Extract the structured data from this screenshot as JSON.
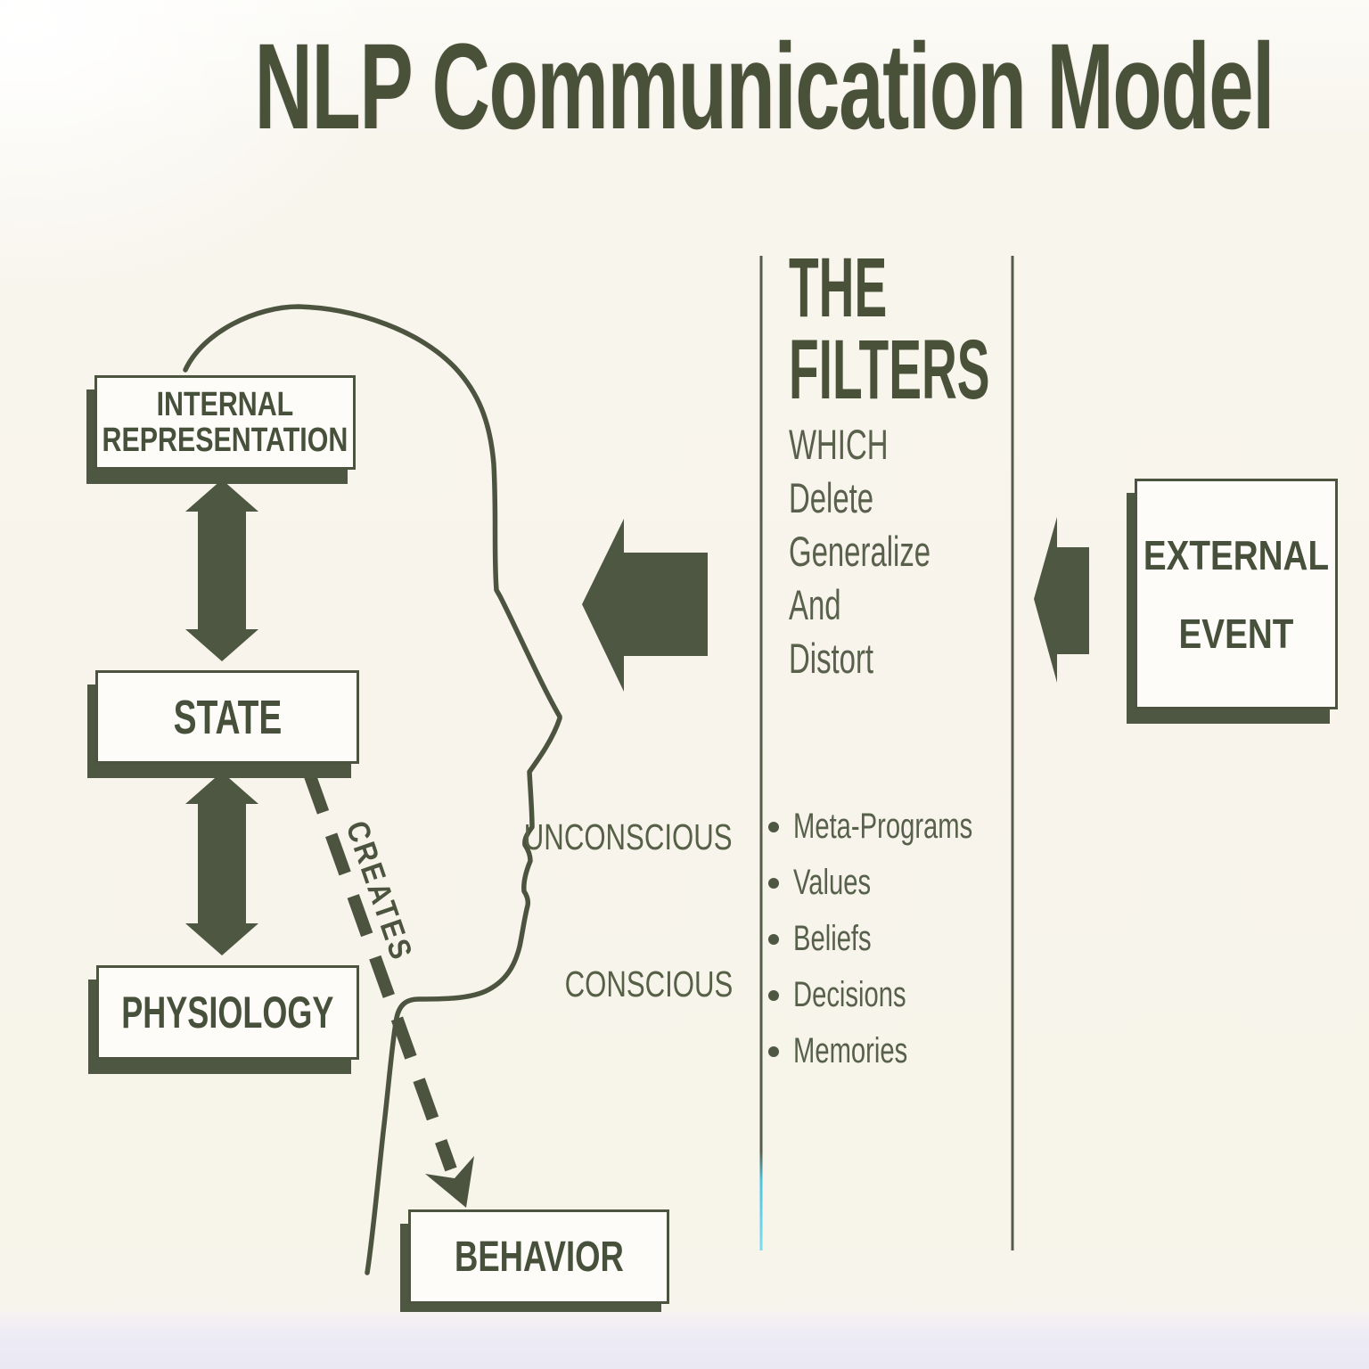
{
  "title": "NLP Communication Model",
  "boxes": {
    "internal_representation": {
      "line1": "INTERNAL",
      "line2": "REPRESENTATION"
    },
    "state": {
      "label": "STATE"
    },
    "physiology": {
      "label": "PHYSIOLOGY"
    },
    "behavior": {
      "label": "BEHAVIOR"
    },
    "external_event": {
      "line1": "EXTERNAL",
      "line2": "EVENT"
    }
  },
  "connections": {
    "creates_label": "CREATES"
  },
  "filters": {
    "title_line1": "THE",
    "title_line2": "FILTERS",
    "subtitle_lines": [
      "WHICH",
      "Delete",
      "Generalize",
      "And",
      "Distort"
    ],
    "bullets": [
      "Meta-Programs",
      "Values",
      "Beliefs",
      "Decisions",
      "Memories"
    ]
  },
  "mind_labels": {
    "unconscious": "UNCONSCIOUS",
    "conscious": "CONSCIOUS"
  },
  "colors": {
    "ink": "#4c5440",
    "ink_text": "#4a5139",
    "ink_light": "#59604c",
    "paper": "#f7f4ea",
    "scan_band": "#eae8f3",
    "scan_cyan": "#4ec4e0"
  }
}
